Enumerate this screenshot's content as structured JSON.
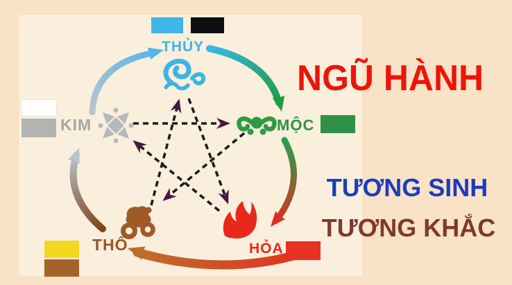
{
  "title": {
    "text": "NGŨ HÀNH",
    "color": "#ee1409"
  },
  "subtitles": {
    "sinh": {
      "text": "TƯƠNG SINH",
      "color": "#1d3cbd"
    },
    "khac": {
      "text": "TƯƠNG KHẮC",
      "color": "#7d3a2c"
    }
  },
  "elements": [
    {
      "id": "thuy",
      "label": "THỦY",
      "meaning": "water",
      "color": "#3cb4e5",
      "icon": "water-swirl-icon",
      "swatches": [
        "#3db6e8",
        "#0e0e0e"
      ]
    },
    {
      "id": "moc",
      "label": "MỘC",
      "meaning": "wood",
      "color": "#2f9242",
      "icon": "wood-ruyi-icon",
      "swatches": [
        "#2e9147"
      ]
    },
    {
      "id": "hoa",
      "label": "HỎA",
      "meaning": "fire",
      "color": "#e8281c",
      "icon": "flame-icon",
      "swatches": [
        "#e73125"
      ]
    },
    {
      "id": "tho",
      "label": "THỔ",
      "meaning": "earth",
      "color": "#9c5426",
      "icon": "earth-rocks-icon",
      "swatches": [
        "#f2d71f",
        "#a5622b"
      ]
    },
    {
      "id": "kim",
      "label": "KIM",
      "meaning": "metal",
      "color": "#a6a6a6",
      "icon": "metal-sparkle-icon",
      "swatches": [
        "#ffffff",
        "#b3b3b3"
      ]
    }
  ],
  "relations": {
    "tuong_sinh_cycle": [
      "KIM → THỦY",
      "THỦY → MỘC",
      "MỘC → HỎA",
      "HỎA → THỔ",
      "THỔ → KIM"
    ],
    "tuong_khac_star": [
      "KIM → MỘC",
      "MỘC → THỔ",
      "THỔ → THỦY",
      "THỦY → HỎA",
      "HỎA → KIM"
    ]
  },
  "colors": {
    "background": "#f9e2c6",
    "panel": "#f9efdc",
    "khac_dash": "#1c1c1c",
    "khac_arrowhead": "#471748",
    "arc_kim_thuy": [
      "#b9c4cf",
      "#55b5e8"
    ],
    "arc_thuy_moc": [
      "#38b7e6",
      "#1f9b45"
    ],
    "arc_moc_hoa": [
      "#27a04d",
      "#e02b1e"
    ],
    "arc_hoa_tho": [
      "#e72c1c",
      "#bc7030"
    ],
    "arc_tho_kim": [
      "#7e4419",
      "#b9c3cd"
    ]
  }
}
